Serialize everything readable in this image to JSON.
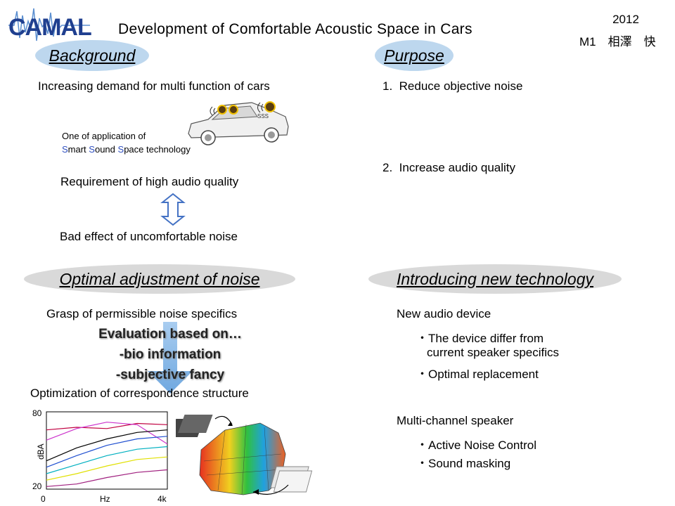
{
  "header": {
    "title": "Development of Comfortable Acoustic Space in Cars",
    "year": "2012",
    "author": "M1　相澤　快",
    "logo_text": "CAMAL"
  },
  "background": {
    "heading": "Background",
    "line1": "Increasing demand for multi function of cars",
    "app_line1": "One of application of",
    "app_line2_parts": [
      "S",
      "mart ",
      "S",
      "ound ",
      "S",
      "pace technology"
    ],
    "req": "Requirement of high audio quality",
    "bad": "Bad effect of uncomfortable noise"
  },
  "purpose": {
    "heading": "Purpose",
    "items": [
      {
        "num": "1.",
        "text": "Reduce objective noise"
      },
      {
        "num": "2.",
        "text": "Increase audio quality"
      }
    ]
  },
  "optimal": {
    "heading": "Optimal adjustment of noise",
    "grasp": "Grasp of permissible noise specifics",
    "eval": [
      "Evaluation based on…",
      "-bio information",
      "-subjective fancy"
    ],
    "optimization": "Optimization of correspondence structure"
  },
  "introducing": {
    "heading": "Introducing new technology",
    "audio_device": "New audio device",
    "audio_items": [
      "・The device differ from",
      "current speaker specifics",
      "・Optimal replacement"
    ],
    "multi_channel": "Multi-channel speaker",
    "multi_items": [
      "・Active Noise Control",
      "・Sound masking"
    ]
  },
  "chart_data": {
    "type": "line",
    "ylabel": "dBA",
    "xlabel": "Hz",
    "x_tick_labels": [
      "0",
      "4k"
    ],
    "y_tick_labels": [
      "80",
      "20"
    ],
    "ylim": [
      20,
      80
    ],
    "x": [
      0,
      0.25,
      0.5,
      0.75,
      1.0
    ],
    "series": [
      {
        "color": "#c00040",
        "values": [
          66,
          68,
          67,
          71,
          70
        ]
      },
      {
        "color": "#cc33cc",
        "values": [
          58,
          67,
          72,
          70,
          55
        ]
      },
      {
        "color": "#000000",
        "values": [
          42,
          52,
          59,
          64,
          66
        ]
      },
      {
        "color": "#1f4fd0",
        "values": [
          37,
          46,
          54,
          59,
          61
        ]
      },
      {
        "color": "#00b0c0",
        "values": [
          32,
          39,
          46,
          51,
          53
        ]
      },
      {
        "color": "#e0e000",
        "values": [
          27,
          32,
          38,
          43,
          45
        ]
      },
      {
        "color": "#a0207f",
        "values": [
          22,
          24,
          29,
          33,
          35
        ]
      }
    ]
  },
  "colors": {
    "pill_blue": "#bdd7ee",
    "pill_gray": "#d9d9d9",
    "arrow_blue": "#8fbbe8",
    "double_arrow": "#4472c4"
  }
}
